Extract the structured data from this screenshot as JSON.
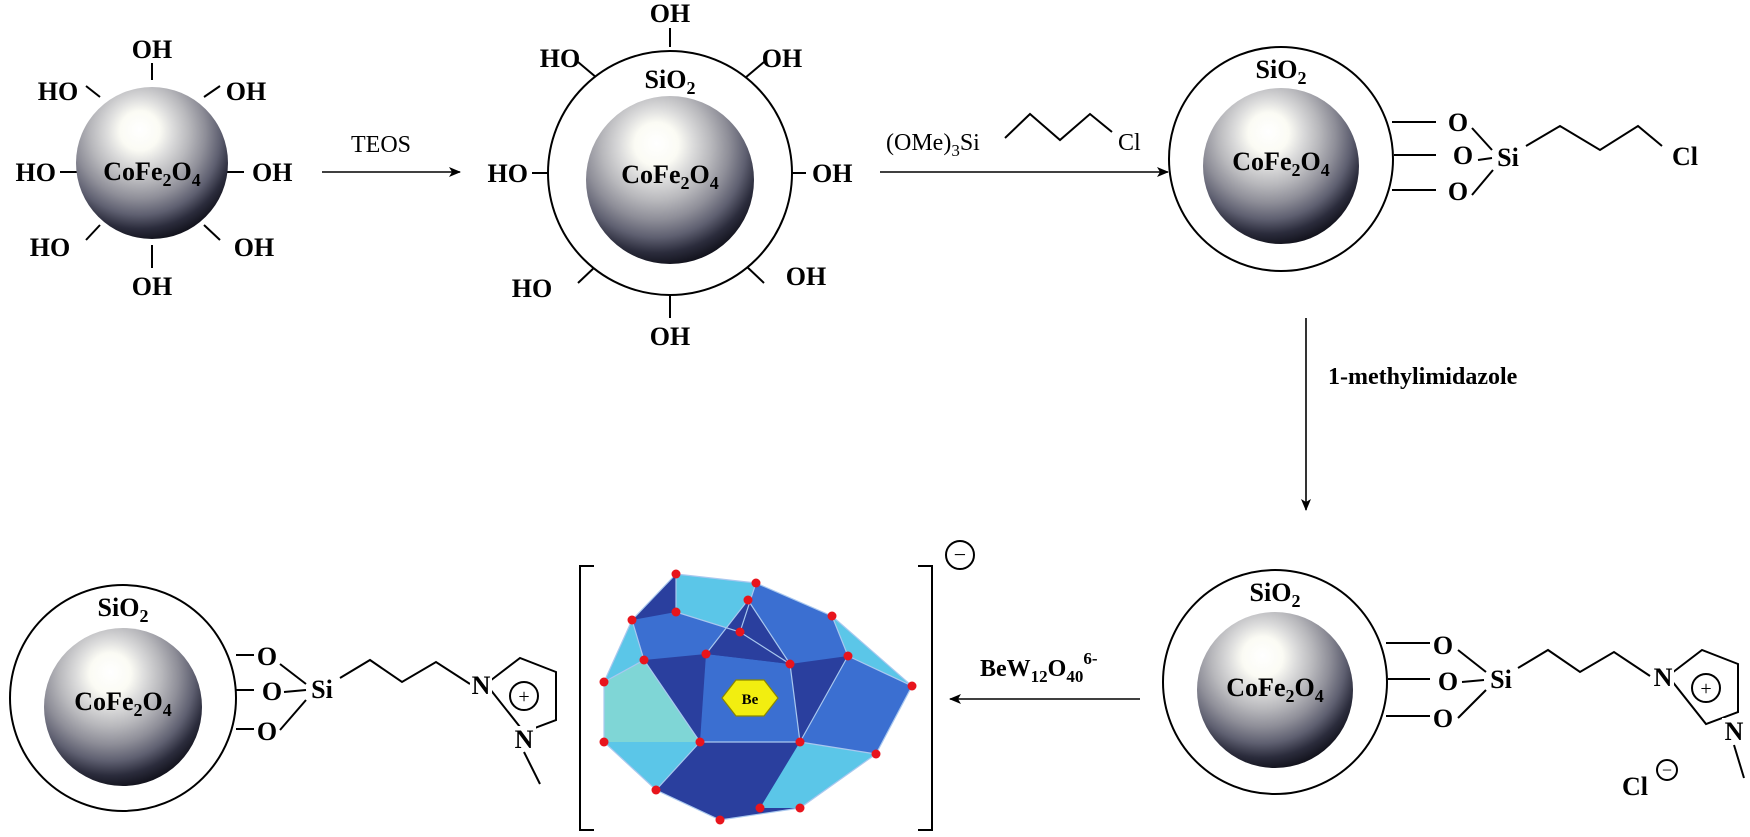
{
  "scheme": {
    "np1": {
      "core": "CoFe2O4",
      "oh": [
        "OH",
        "OH",
        "OH",
        "OH",
        "OH",
        "HO",
        "HO",
        "HO"
      ],
      "oh_left": "HO",
      "oh_right": "OH"
    },
    "step1": {
      "reagent": "TEOS"
    },
    "np2": {
      "core": "CoFe2O4",
      "shell": "SiO2",
      "oh_top": "OH",
      "oh_tl": "HO",
      "oh_tr": "OH",
      "oh_left": "HO",
      "oh_right": "OH",
      "oh_bl": "HO",
      "oh_br": "OH",
      "oh_bottom": "OH"
    },
    "step2": {
      "reagent_prefix": "(OMe)",
      "reagent_sub": "3",
      "reagent_si": "Si",
      "reagent_cl": "Cl"
    },
    "np3": {
      "core": "CoFe2O4",
      "shell": "SiO2",
      "o": "O",
      "si": "Si",
      "cl": "Cl"
    },
    "step3": {
      "reagent": "1-methylimidazole"
    },
    "np4": {
      "core": "CoFe2O4",
      "shell": "SiO2",
      "o": "O",
      "si": "Si",
      "n": "N",
      "plus": "+",
      "counterion": "Cl",
      "minus": "−"
    },
    "step4": {
      "reagent_prefix": "BeW",
      "sub1": "12",
      "mid": "O",
      "sub2": "40",
      "sup": "6-"
    },
    "polyoxometalate": {
      "center": "Be",
      "charge": "−"
    },
    "np5": {
      "core": "CoFe2O4",
      "shell": "SiO2",
      "o": "O",
      "si": "Si",
      "n": "N",
      "plus": "+"
    },
    "colors": {
      "polyhedron_dark": "#2a3f9e",
      "polyhedron_mid": "#3b6fd1",
      "polyhedron_light": "#5bc6e8",
      "polyhedron_teal": "#7fd6d6",
      "vertex": "#e8141c",
      "center": "#f2ee10"
    }
  }
}
